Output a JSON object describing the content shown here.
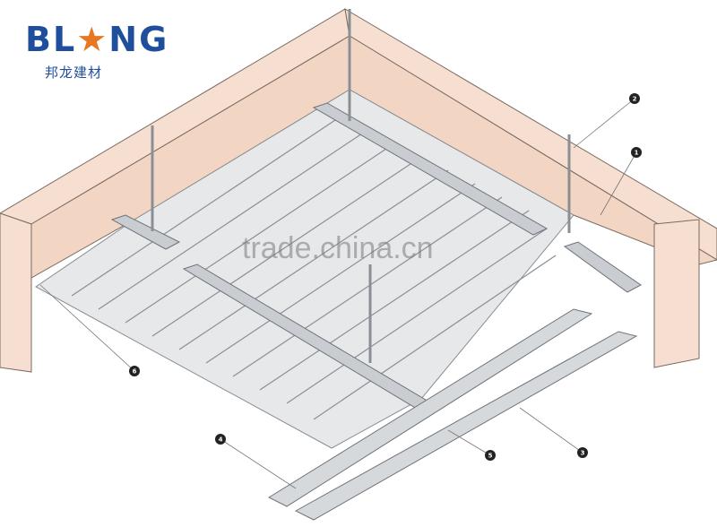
{
  "logo": {
    "brand": "BLNG",
    "brand_part1": "B",
    "brand_part2": "L",
    "brand_part3": "NG",
    "subtitle": "邦龙建材",
    "brand_color": "#1f4e9c",
    "star_color": "#e87722"
  },
  "watermark": "trade.china.cn",
  "callouts": [
    "1",
    "2",
    "3",
    "4",
    "5",
    "6"
  ],
  "colors": {
    "wall": "#f6ded0",
    "wall_edge": "#7a6a62",
    "panel": "#e6e8ea",
    "panel_line": "#8a8f95",
    "metal": "#c9cdd1"
  }
}
